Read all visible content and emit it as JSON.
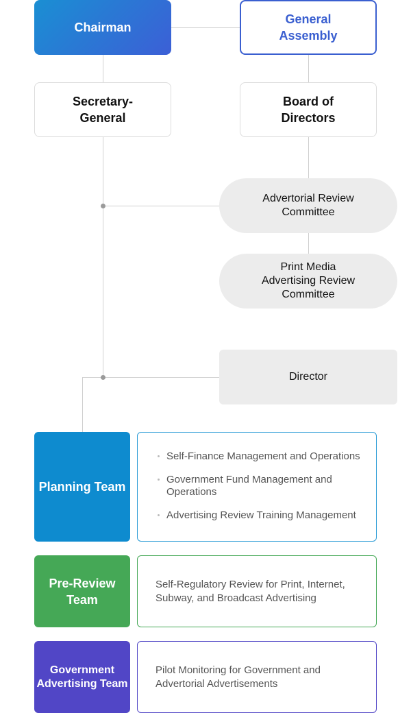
{
  "nodes": {
    "chairman": "Chairman",
    "general_assembly": [
      "General",
      "Assembly"
    ],
    "secretary_general": [
      "Secretary-",
      "General"
    ],
    "board_of_directors": [
      "Board of",
      "Directors"
    ],
    "advertorial_committee": [
      "Advertorial Review",
      "Committee"
    ],
    "print_media_committee": [
      "Print Media",
      "Advertising Review",
      "Committee"
    ],
    "director": "Director"
  },
  "teams": [
    {
      "name": [
        "Planning",
        "Team"
      ],
      "color": "#0e8bcf",
      "border": "#2a9bd6",
      "duties": [
        "Self-Finance Management and Operations",
        "Government Fund Management and Operations",
        "Advertising Review Training Management"
      ]
    },
    {
      "name": [
        "Pre-Review",
        "Team"
      ],
      "color": "#45a856",
      "border": "#45a856",
      "duties": [
        "Self-Regulatory Review for Print, Internet, Subway, and Broadcast Advertising"
      ]
    },
    {
      "name": [
        "Government",
        "Advertising",
        "Team"
      ],
      "color": "#5146c6",
      "border": "#5146c6",
      "duties": [
        "Pilot Monitoring for Government and Advertorial Advertisements"
      ]
    }
  ]
}
